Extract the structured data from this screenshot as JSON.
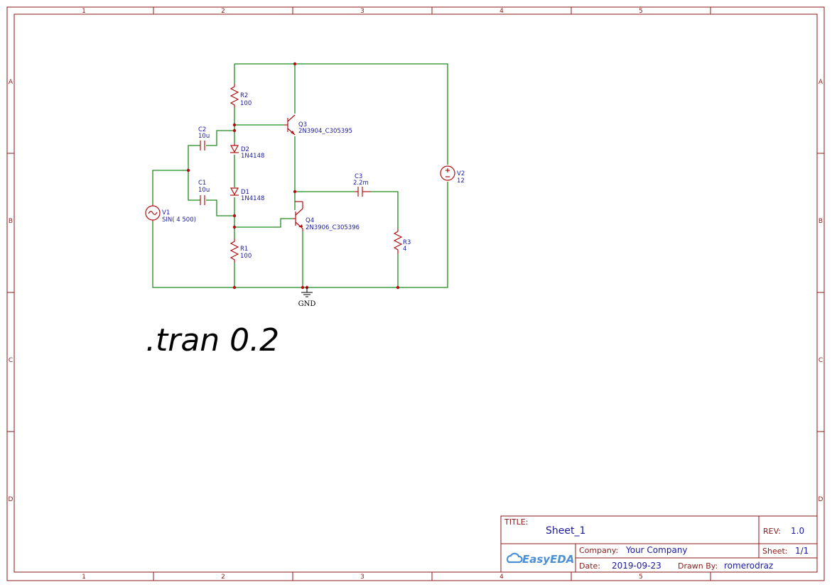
{
  "sheet": {
    "zones_top": [
      "1",
      "2",
      "3",
      "4",
      "5"
    ],
    "zones_side": [
      "A",
      "B",
      "C",
      "D"
    ]
  },
  "components": {
    "R2": {
      "ref": "R2",
      "value": "100"
    },
    "R1": {
      "ref": "R1",
      "value": "100"
    },
    "R3": {
      "ref": "R3",
      "value": "4"
    },
    "C1": {
      "ref": "C1",
      "value": "10u"
    },
    "C2": {
      "ref": "C2",
      "value": "10u"
    },
    "C3": {
      "ref": "C3",
      "value": "2.2m"
    },
    "D1": {
      "ref": "D1",
      "value": "1N4148"
    },
    "D2": {
      "ref": "D2",
      "value": "1N4148"
    },
    "Q3": {
      "ref": "Q3",
      "value": "2N3904_C305395"
    },
    "Q4": {
      "ref": "Q4",
      "value": "2N3906_C305396"
    },
    "V1": {
      "ref": "V1",
      "value": "SIN( 4 500)"
    },
    "V2": {
      "ref": "V2",
      "value": "12"
    },
    "GND": {
      "ref": "GND"
    }
  },
  "spice_directive": ".tran 0.2",
  "title_block": {
    "title_label": "TITLE:",
    "title_value": "Sheet_1",
    "rev_label": "REV:",
    "rev_value": "1.0",
    "company_label": "Company:",
    "company_value": "Your Company",
    "sheet_label": "Sheet:",
    "sheet_value": "1/1",
    "date_label": "Date:",
    "date_value": "2019-09-23",
    "drawn_label": "Drawn By:",
    "drawn_value": "romerodraz",
    "logo_text": "EasyEDA"
  },
  "colors": {
    "frame": "#8b1a1a",
    "wire": "#1f8a1f",
    "component": "#b01010",
    "label": "#1a1a9e"
  }
}
